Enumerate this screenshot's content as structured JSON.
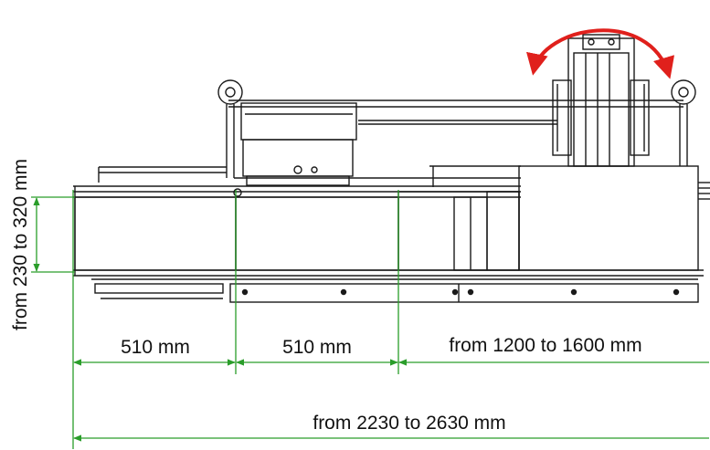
{
  "dimensions": {
    "height_label": "from 230 to 320 mm",
    "segment_1_label": "510 mm",
    "segment_2_label": "510 mm",
    "segment_3_label": "from 1200 to 1600 mm",
    "total_label": "from 2230 to 2630 mm"
  },
  "colors": {
    "dimension_line": "#2a9d2a",
    "rotation_arrow": "#e0201c",
    "machine_line": "#1a1a1a",
    "background": "#ffffff"
  },
  "icons": {
    "rotation": "curved-double-arrow-icon"
  }
}
